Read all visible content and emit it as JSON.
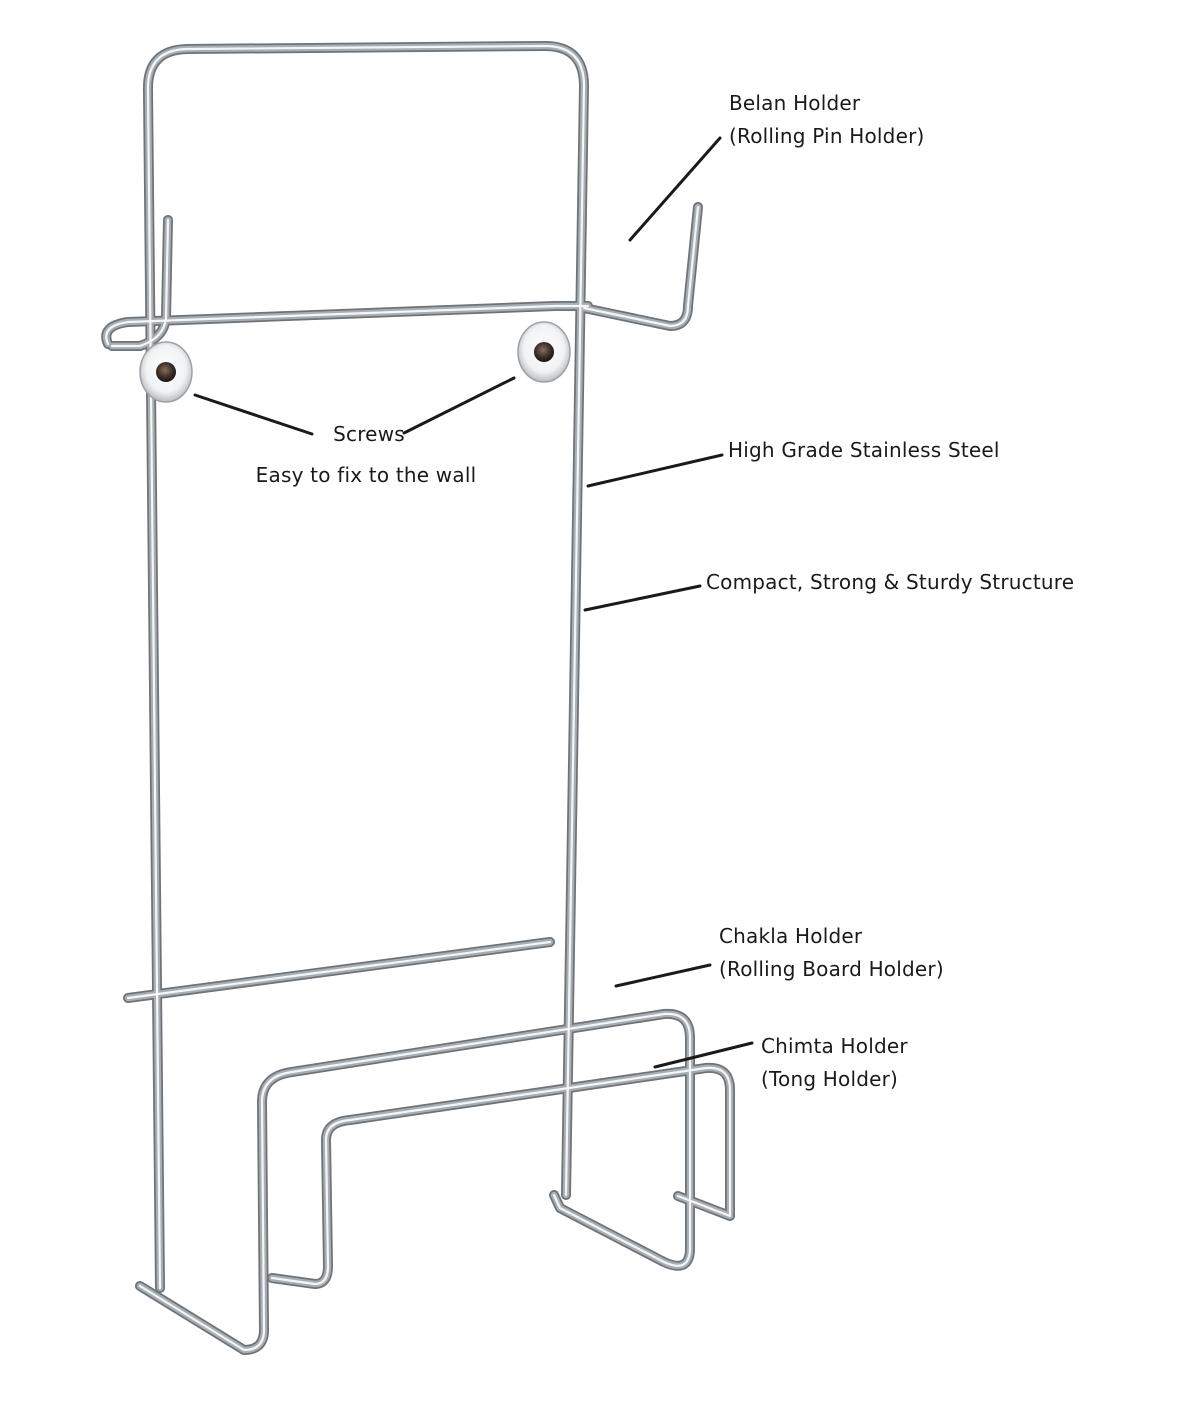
{
  "colors": {
    "background": "#ffffff",
    "wire_shadow": "#6e7377",
    "wire_mid": "#a9aeb2",
    "wire_highlight": "#f4f6f7",
    "leader_line": "#1a1a1a",
    "label_text": "#1a1a1a"
  },
  "annotations": {
    "belan_holder": {
      "line1": "Belan Holder",
      "line2": "(Rolling Pin Holder)"
    },
    "screws": {
      "line1": "Screws",
      "line2": "Easy to fix to the wall"
    },
    "steel": {
      "line1": "High Grade Stainless Steel"
    },
    "structure": {
      "line1": "Compact, Strong & Sturdy Structure"
    },
    "chakla_holder": {
      "line1": "Chakla Holder",
      "line2": "(Rolling Board Holder)"
    },
    "chimta_holder": {
      "line1": "Chimta Holder",
      "line2": "(Tong Holder)"
    }
  }
}
